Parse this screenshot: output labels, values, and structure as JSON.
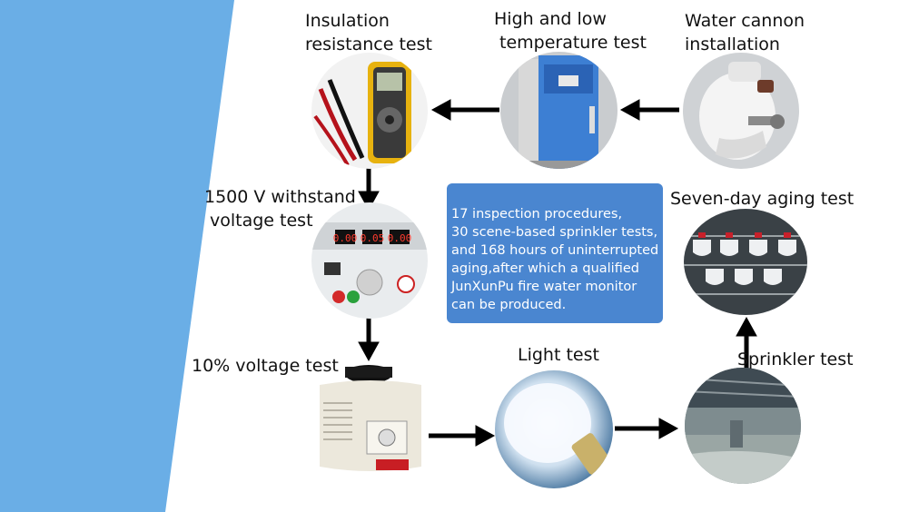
{
  "steps": {
    "water_cannon": {
      "line1": "Water cannon",
      "line2": "installation"
    },
    "temperature": {
      "line1": "High and low",
      "line2": "temperature test"
    },
    "insulation": {
      "line1": "Insulation",
      "line2": "resistance test"
    },
    "withstand": {
      "line1": "1500 V withstand",
      "line2": "voltage test"
    },
    "ten_percent": {
      "label": "10% voltage test"
    },
    "light": {
      "label": "Light test"
    },
    "sprinkler": {
      "label": "Sprinkler test"
    },
    "aging": {
      "label": "Seven-day aging test"
    }
  },
  "info_box": {
    "lines": [
      "17 inspection procedures,",
      " 30 scene-based sprinkler tests,",
      "and 168 hours of uninterrupted",
      "aging,after which a qualified",
      "JunXunPu fire water monitor",
      "can be produced."
    ]
  },
  "meter_display": {
    "readings": [
      "0.00",
      "0.05",
      "0.00"
    ]
  },
  "colors": {
    "accent_band": "#6aaee6",
    "info_box": "#4a86d0",
    "arrow": "#000000"
  }
}
